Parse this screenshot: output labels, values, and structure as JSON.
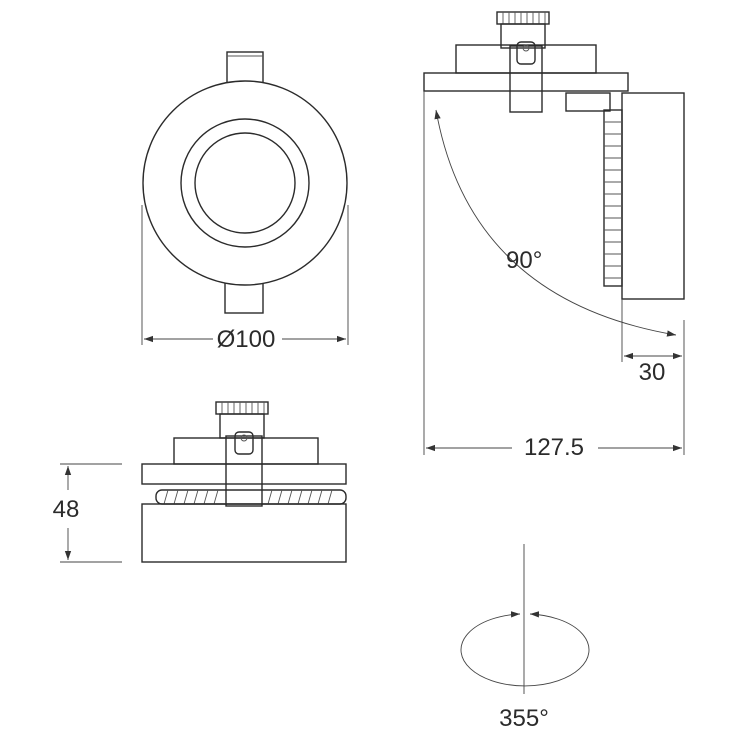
{
  "labels": {
    "diameter": "Ø100",
    "height": "48",
    "tilt_angle": "90°",
    "offset": "30",
    "length": "127.5",
    "rotation_angle": "355°"
  },
  "colors": {
    "line": "#2b2b2b",
    "background": "#ffffff"
  }
}
